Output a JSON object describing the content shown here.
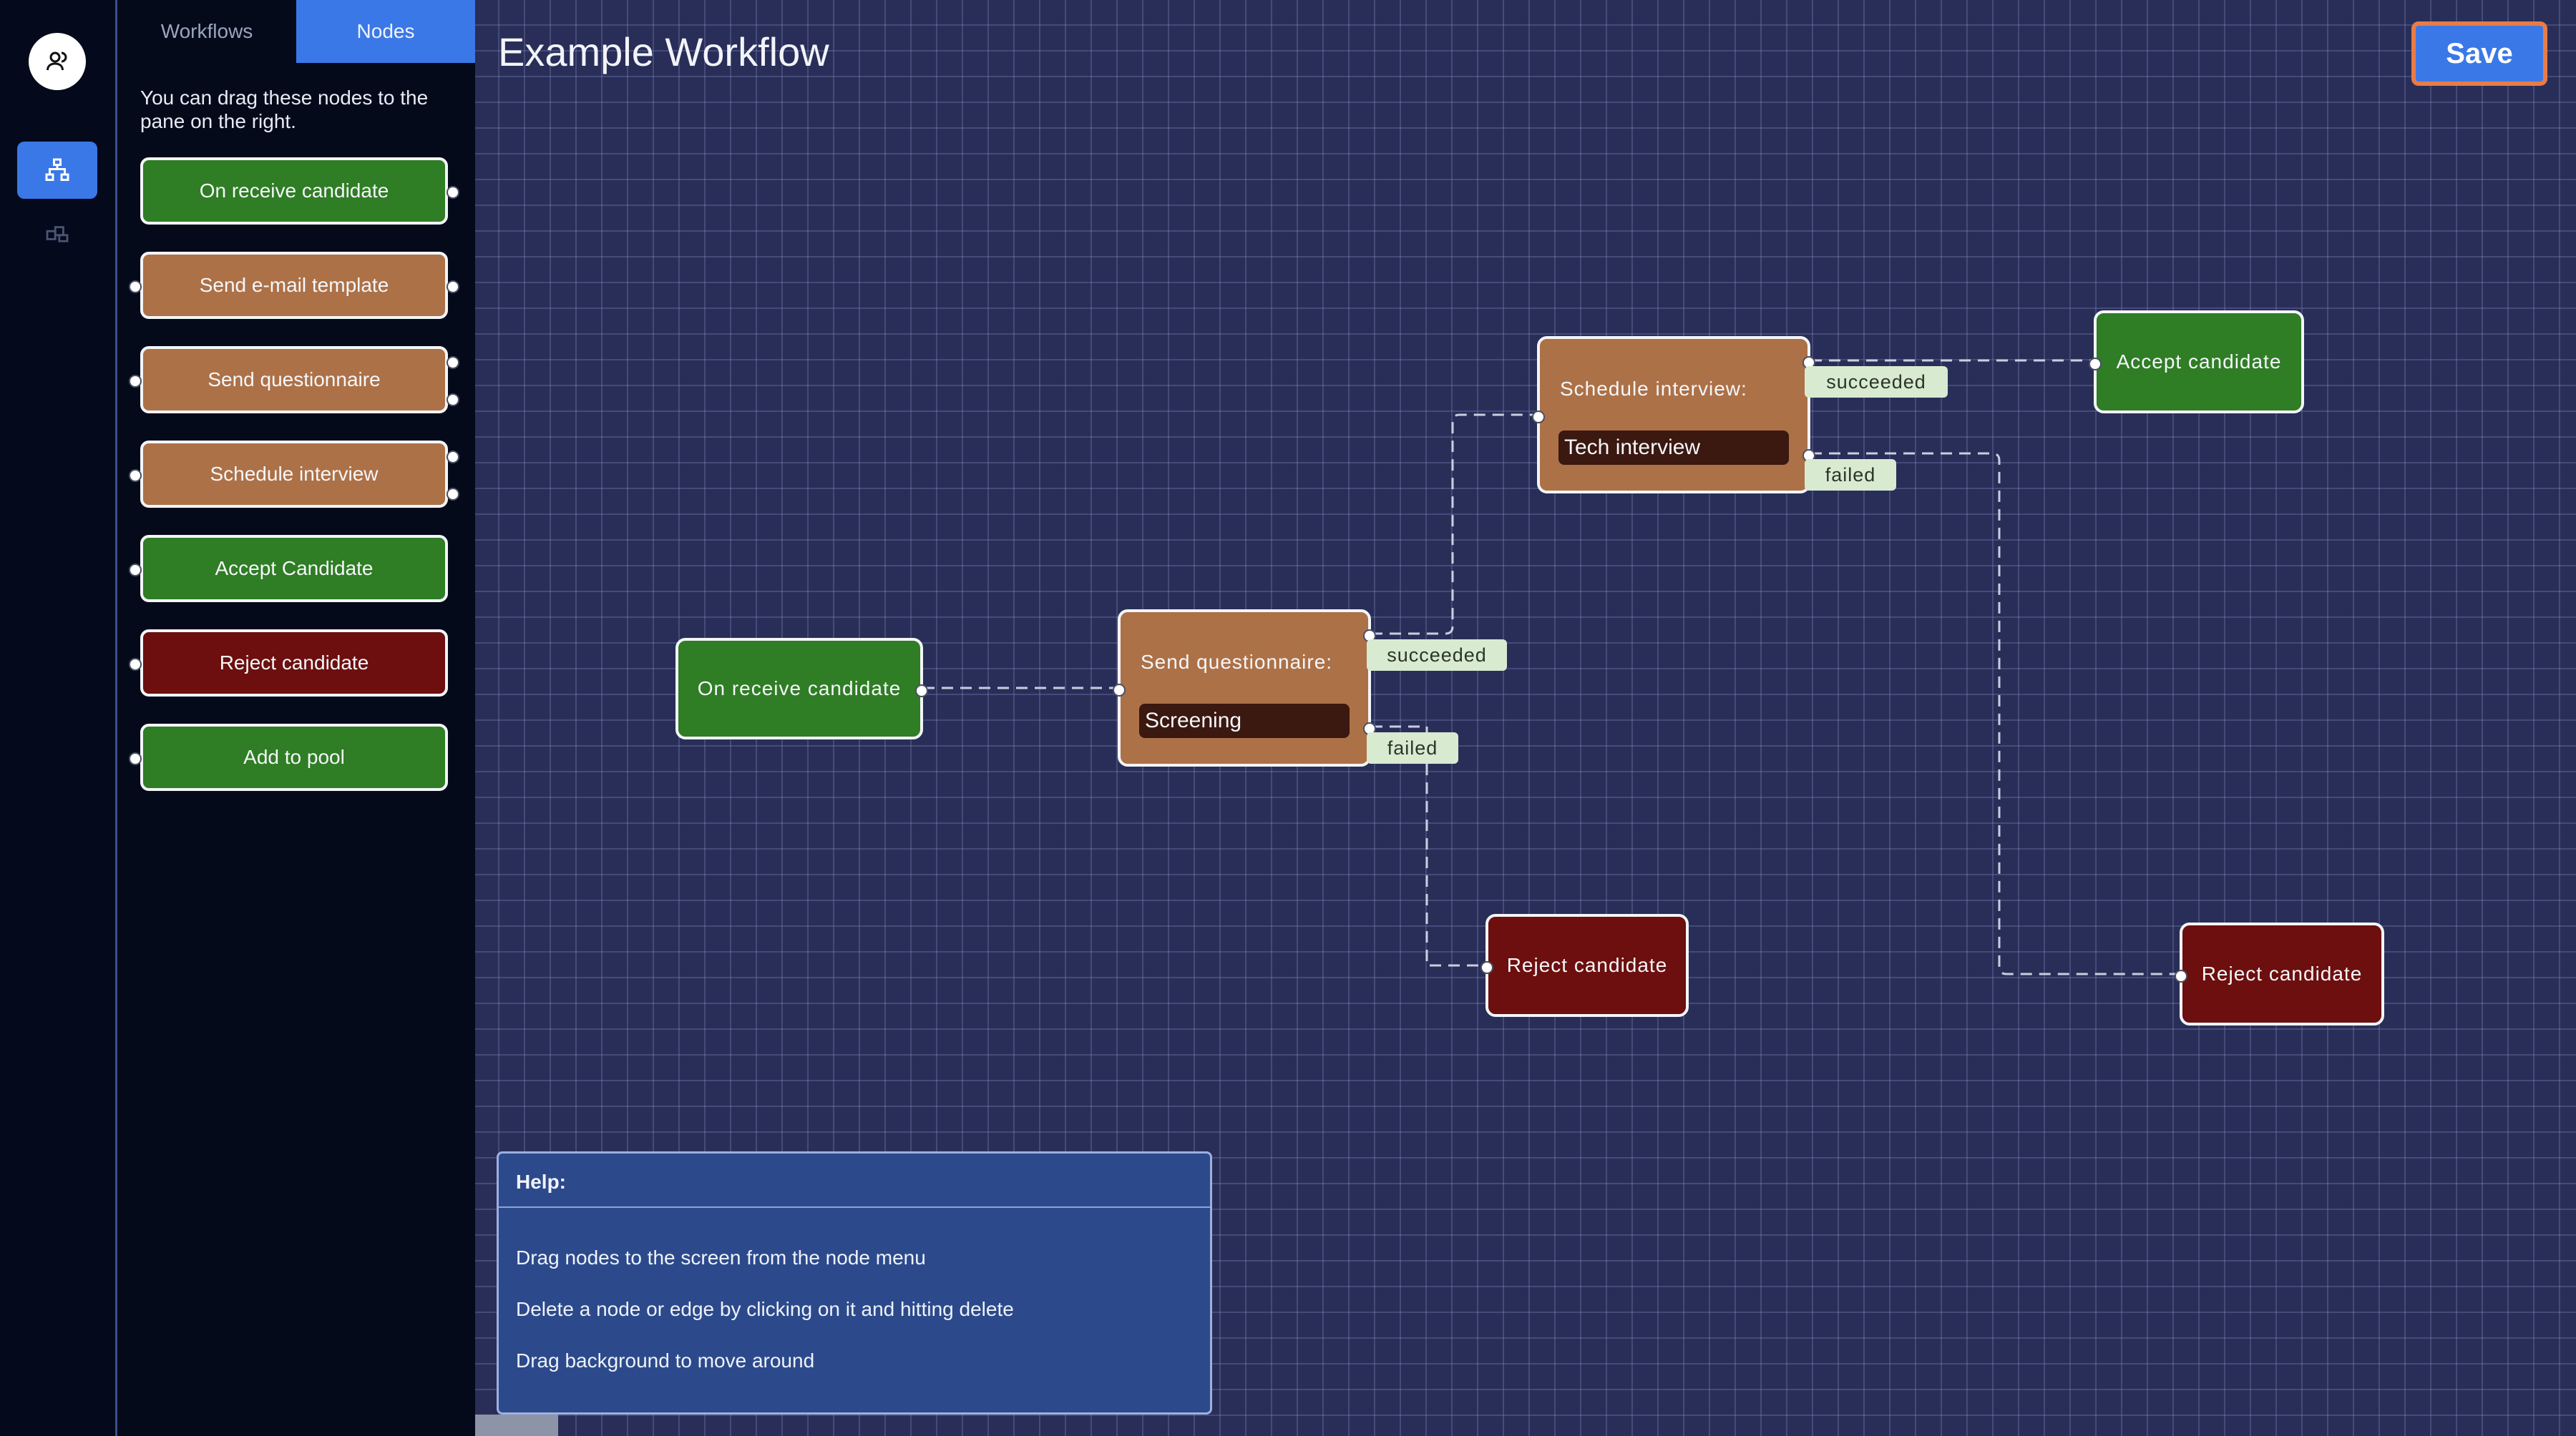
{
  "sidebar": {
    "tabs": [
      {
        "label": "Workflows"
      },
      {
        "label": "Nodes"
      }
    ],
    "hint": "You can drag these nodes to the pane on the right.",
    "nodes": [
      {
        "label": "On receive candidate"
      },
      {
        "label": "Send e-mail template"
      },
      {
        "label": "Send questionnaire"
      },
      {
        "label": "Schedule interview"
      },
      {
        "label": "Accept Candidate"
      },
      {
        "label": "Reject candidate"
      },
      {
        "label": "Add to pool"
      }
    ]
  },
  "canvas": {
    "title": "Example Workflow",
    "save_label": "Save",
    "nodes": {
      "receive": {
        "label": "On receive candidate"
      },
      "questionnaire": {
        "label": "Send questionnaire:",
        "param": "Screening"
      },
      "interview": {
        "label": "Schedule interview:",
        "param": "Tech interview"
      },
      "accept": {
        "label": "Accept candidate"
      },
      "reject_q": {
        "label": "Reject candidate"
      },
      "reject_i": {
        "label": "Reject candidate"
      }
    },
    "edge_labels": {
      "q_succeeded": "succeeded",
      "q_failed": "failed",
      "i_succeeded": "succeeded",
      "i_failed": "failed"
    }
  },
  "help": {
    "title": "Help:",
    "lines": [
      "Drag nodes to the screen from the node menu",
      "Delete a node or edge by clicking on it and hitting delete",
      "Drag background to move around"
    ]
  },
  "colors": {
    "accent": "#3b78e7",
    "trigger_green": "#2f7d24",
    "action_brown": "#ad7147",
    "reject_red": "#6c0f0e",
    "canvas_bg": "#292e58",
    "save_border": "#ea7b46"
  },
  "icons": {
    "logo": "user-group-icon",
    "workflows": "hierarchy-icon",
    "other": "blocks-icon"
  }
}
